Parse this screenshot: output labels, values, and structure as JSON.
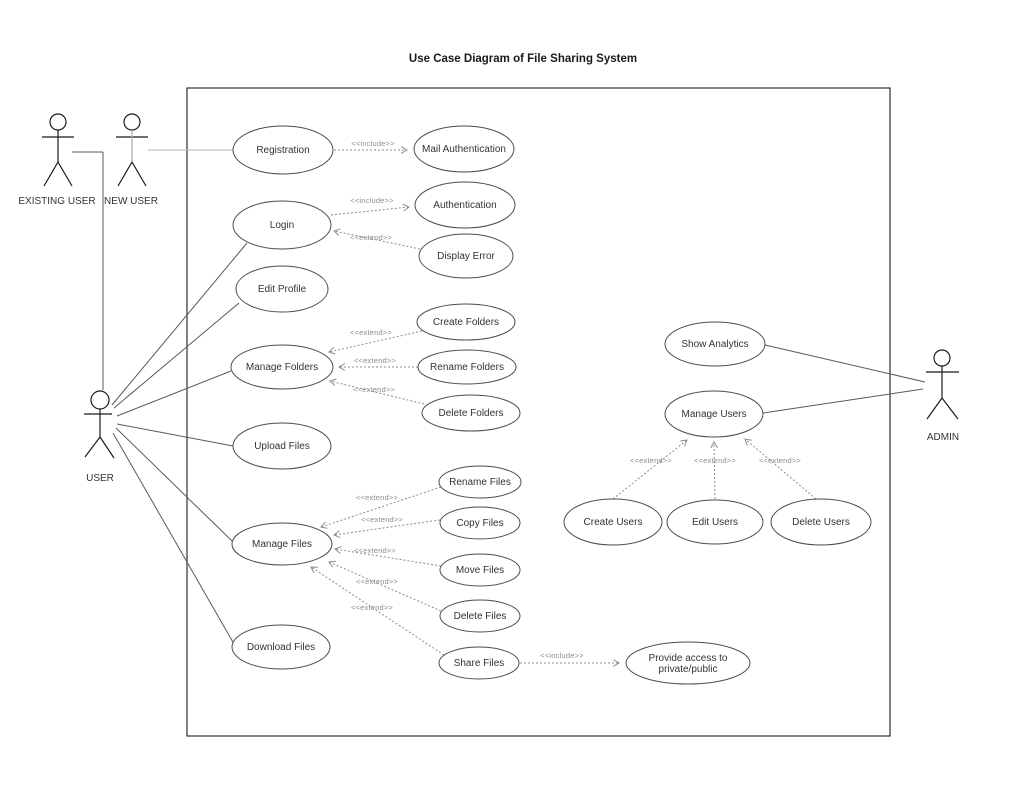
{
  "title": "Use Case Diagram of File Sharing System",
  "actors": {
    "existing_user": "EXISTING USER",
    "new_user": "NEW USER",
    "user": "USER",
    "admin": "ADMIN"
  },
  "use_cases": {
    "registration": "Registration",
    "mail_authentication": "Mail Authentication",
    "login": "Login",
    "authentication": "Authentication",
    "display_error": "Display Error",
    "edit_profile": "Edit Profile",
    "manage_folders": "Manage Folders",
    "create_folders": "Create Folders",
    "rename_folders": "Rename Folders",
    "delete_folders": "Delete Folders",
    "upload_files": "Upload Files",
    "manage_files": "Manage Files",
    "rename_files": "Rename Files",
    "copy_files": "Copy Files",
    "move_files": "Move Files",
    "delete_files": "Delete Files",
    "share_files": "Share Files",
    "download_files": "Download Files",
    "provide_access": {
      "line1": "Provide access to",
      "line2": "private/public"
    },
    "show_analytics": "Show Analytics",
    "manage_users": "Manage Users",
    "create_users": "Create Users",
    "edit_users": "Edit Users",
    "delete_users": "Delete Users"
  },
  "edges": [
    {
      "from": "registration",
      "to": "mail_authentication",
      "type": "include",
      "stereotype": "<<include>>"
    },
    {
      "from": "login",
      "to": "authentication",
      "type": "include",
      "stereotype": "<<include>>"
    },
    {
      "from": "display_error",
      "to": "login",
      "type": "extend",
      "stereotype": "<<extend>>"
    },
    {
      "from": "create_folders",
      "to": "manage_folders",
      "type": "extend",
      "stereotype": "<<extend>>"
    },
    {
      "from": "rename_folders",
      "to": "manage_folders",
      "type": "extend",
      "stereotype": "<<extend>>"
    },
    {
      "from": "delete_folders",
      "to": "manage_folders",
      "type": "extend",
      "stereotype": "<<extend>>"
    },
    {
      "from": "rename_files",
      "to": "manage_files",
      "type": "extend",
      "stereotype": "<<extend>>"
    },
    {
      "from": "copy_files",
      "to": "manage_files",
      "type": "extend",
      "stereotype": "<<extend>>"
    },
    {
      "from": "move_files",
      "to": "manage_files",
      "type": "extend",
      "stereotype": "<<extend>>"
    },
    {
      "from": "delete_files",
      "to": "manage_files",
      "type": "extend",
      "stereotype": "<<extend>>"
    },
    {
      "from": "share_files",
      "to": "manage_files",
      "type": "extend",
      "stereotype": "<<extend>>"
    },
    {
      "from": "share_files",
      "to": "provide_access",
      "type": "include",
      "stereotype": "<<include>>"
    },
    {
      "from": "create_users",
      "to": "manage_users",
      "type": "extend",
      "stereotype": "<<extend>>"
    },
    {
      "from": "edit_users",
      "to": "manage_users",
      "type": "extend",
      "stereotype": "<<extend>>"
    },
    {
      "from": "delete_users",
      "to": "manage_users",
      "type": "extend",
      "stereotype": "<<extend>>"
    },
    {
      "from": "existing_user",
      "to": "user",
      "type": "association"
    },
    {
      "from": "new_user",
      "to": "registration",
      "type": "association"
    },
    {
      "from": "user",
      "to": "login",
      "type": "association"
    },
    {
      "from": "user",
      "to": "edit_profile",
      "type": "association"
    },
    {
      "from": "user",
      "to": "manage_folders",
      "type": "association"
    },
    {
      "from": "user",
      "to": "upload_files",
      "type": "association"
    },
    {
      "from": "user",
      "to": "manage_files",
      "type": "association"
    },
    {
      "from": "user",
      "to": "download_files",
      "type": "association"
    },
    {
      "from": "admin",
      "to": "show_analytics",
      "type": "association"
    },
    {
      "from": "admin",
      "to": "manage_users",
      "type": "association"
    }
  ]
}
